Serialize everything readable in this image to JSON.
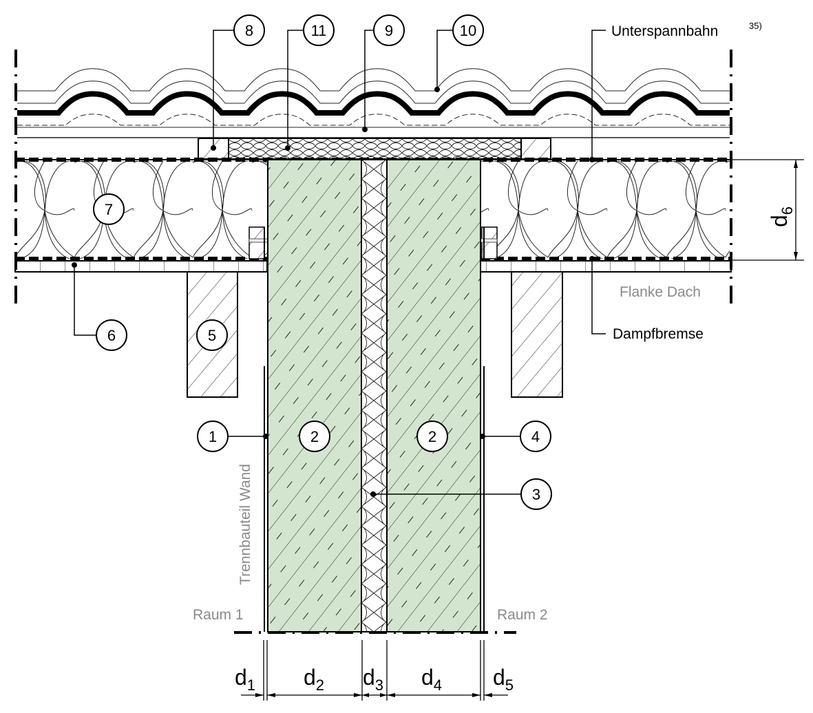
{
  "callouts": {
    "c1": "1",
    "c2a": "2",
    "c2b": "2",
    "c3": "3",
    "c4": "4",
    "c5": "5",
    "c6": "6",
    "c7": "7",
    "c8": "8",
    "c9": "9",
    "c10": "10",
    "c11": "11"
  },
  "labels": {
    "unterspannbahn": "Unterspannbahn",
    "unterspannbahn_ref": "35)",
    "flanke_dach": "Flanke Dach",
    "dampfbremse": "Dampfbremse",
    "trennbauteil_wand": "Trennbauteil Wand",
    "raum1": "Raum 1",
    "raum2": "Raum 2"
  },
  "dimensions": {
    "d1": {
      "base": "d",
      "sub": "1"
    },
    "d2": {
      "base": "d",
      "sub": "2"
    },
    "d3": {
      "base": "d",
      "sub": "3"
    },
    "d4": {
      "base": "d",
      "sub": "4"
    },
    "d5": {
      "base": "d",
      "sub": "5"
    },
    "d6": {
      "base": "d",
      "sub": "6"
    }
  },
  "colors": {
    "masonry": "#d3e5cf",
    "label_gray": "#8a8a8a",
    "line": "#000000"
  }
}
